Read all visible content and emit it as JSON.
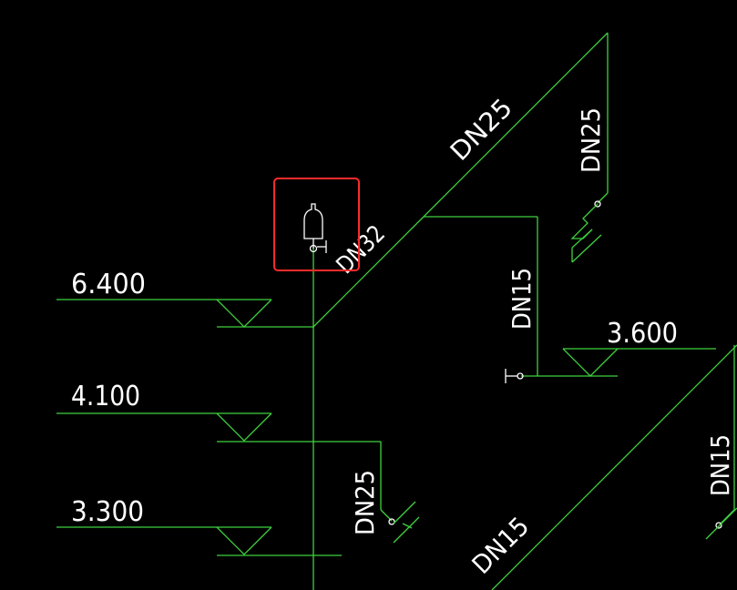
{
  "drawing": {
    "colors": {
      "background": "#000000",
      "pipe": "#3fd13f",
      "text": "#ffffff",
      "highlight": "#ff2b2b"
    },
    "elevations": {
      "e1": "6.400",
      "e2": "4.100",
      "e3": "3.300",
      "e4": "3.600"
    },
    "pipe_sizes": {
      "p_dn32": "DN32",
      "p_dn25_diag": "DN25",
      "p_dn25_vert_top": "DN25",
      "p_dn15_mid": "DN15",
      "p_dn25_low": "DN25",
      "p_dn15_diag": "DN15",
      "p_dn15_right": "DN15"
    },
    "highlight_box": {
      "label": "selected-fixture"
    }
  }
}
